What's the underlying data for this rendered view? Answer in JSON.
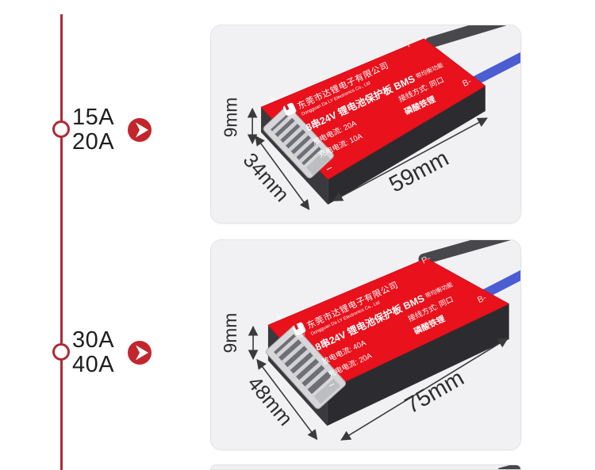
{
  "timeline": {
    "line_color": "#ad2c33",
    "badge_color": "#c2262c",
    "items": [
      {
        "label_top": "15A",
        "label_bottom": "20A"
      },
      {
        "label_top": "30A",
        "label_bottom": "40A"
      }
    ]
  },
  "colors": {
    "board_red": "#e8111c",
    "board_side_left": "#3a3a3e",
    "board_side_right": "#2c2c30",
    "wire_black": "#48484c",
    "wire_blue": "#4a5ed2",
    "card_bg": "#f1f1f3",
    "page_bg": "#ffffff",
    "timeline_red": "#ad2c33",
    "dim_text": "#2e2e2e"
  },
  "cards": [
    {
      "board": {
        "company_cn": "东莞市达锂电子有限公司",
        "company_en": "Dongguan Da LY Electronics Co., Ltd",
        "logo": "DALY",
        "title": "8串24V 锂电池保护板 BMS",
        "feature": "带均衡功能",
        "discharge": "放电电流: 20A",
        "connection": "接线方式: 同口",
        "charge": "充电电流: 10A",
        "chemistry": "磷酸铁锂",
        "terminal_plus": "+",
        "terminal_minus": "−",
        "pad_p": "P-",
        "pad_b": "B-"
      },
      "dimensions": {
        "thickness": "9mm",
        "width": "34mm",
        "length": "59mm"
      }
    },
    {
      "board": {
        "company_cn": "东莞市达锂电子有限公司",
        "company_en": "Dongguan Da LY Electronics Co., Ltd",
        "logo": "DALY",
        "title": "8串24V 锂电池保护板 BMS",
        "feature": "带均衡功能",
        "discharge": "放电电流: 40A",
        "connection": "接线方式: 同口",
        "charge": "充电电流: 20A",
        "chemistry": "磷酸铁锂",
        "terminal_plus": "+",
        "terminal_minus": "−",
        "pad_p": "P-",
        "pad_b": "B-"
      },
      "dimensions": {
        "thickness": "9mm",
        "width": "48mm",
        "length": "75mm"
      }
    }
  ]
}
